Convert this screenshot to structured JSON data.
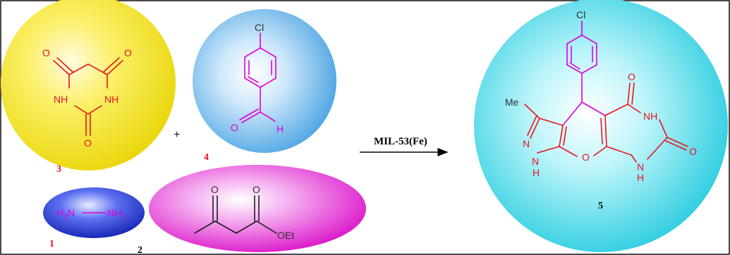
{
  "reaction": {
    "catalyst": "MIL-53(Fe)",
    "plus_sign": "+"
  },
  "compound_3": {
    "number": "3",
    "atoms": {
      "o_top_left": "O",
      "o_top_right": "O",
      "nh_left": "NH",
      "nh_right": "NH",
      "o_bottom": "O"
    }
  },
  "compound_4": {
    "number": "4",
    "atoms": {
      "cl": "Cl",
      "o": "O",
      "h": "H"
    }
  },
  "compound_1": {
    "number": "1",
    "atoms": {
      "left": "H",
      "left_sub": "2",
      "n1": "N",
      "n2": "NH",
      "right_sub": "2"
    }
  },
  "compound_2": {
    "number": "2",
    "atoms": {
      "ketone_o": "O",
      "ester_o": "O",
      "oet": "OEt"
    }
  },
  "compound_5": {
    "number": "5",
    "atoms": {
      "cl": "Cl",
      "me": "Me",
      "n": "N",
      "nh_pyrazole_n": "N",
      "nh_pyrazole_h": "H",
      "ring_o": "O",
      "o_top": "O",
      "nh_upper": "NH",
      "o_right": "O",
      "nh_lower_n": "N",
      "nh_lower_h": "H"
    }
  },
  "colors": {
    "acid_sphere": "#f5e800",
    "aldehyde_sphere": "#4aa8e8",
    "hydrazine_oval": "#1a2fd0",
    "ester_oval": "#e000c8",
    "product_sphere": "#1fd6e8",
    "red_atoms": "#e8141c",
    "magenta_atoms": "#e000d8"
  }
}
